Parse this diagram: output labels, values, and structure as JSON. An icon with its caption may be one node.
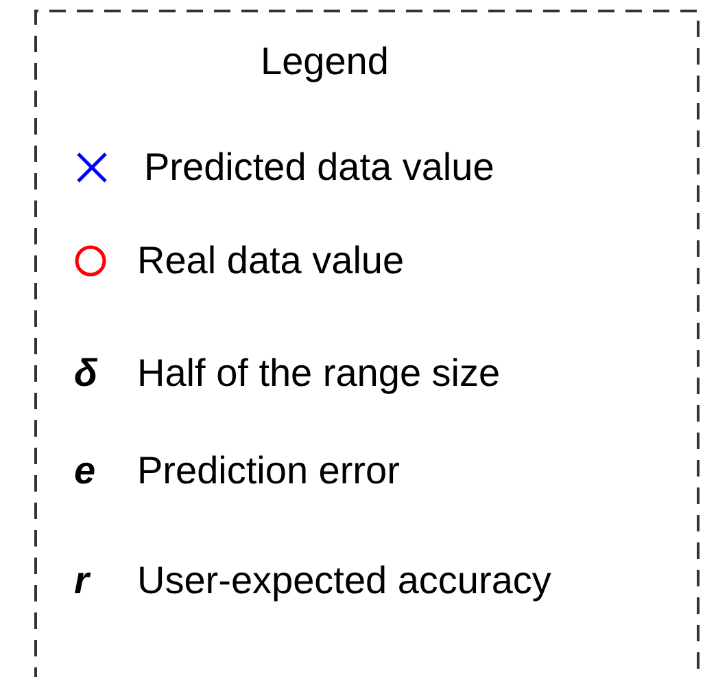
{
  "diagram": {
    "title": "Legend",
    "legend": [
      {
        "text": "Predicted data value"
      },
      {
        "text": "Real data value"
      },
      {
        "text": "Half of the range size"
      },
      {
        "text": "Prediction error"
      },
      {
        "text": "User-expected accuracy"
      }
    ],
    "labels": [
      "δ",
      "e",
      "r"
    ]
  }
}
